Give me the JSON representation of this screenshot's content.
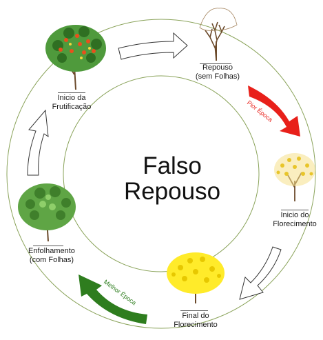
{
  "title": {
    "line1": "Falso",
    "line2": "Repouso"
  },
  "stages": [
    {
      "line1": "Repouso",
      "line2": "(sem Folhas)",
      "icon": "bare-tree-icon"
    },
    {
      "line1": "Inicio do",
      "line2": "Florecimento",
      "icon": "early-bloom-tree-icon"
    },
    {
      "line1": "Final do",
      "line2": "Florecimento",
      "icon": "full-bloom-tree-icon"
    },
    {
      "line1": "Enfolhamento",
      "line2": "(com Folhas)",
      "icon": "leafy-tree-icon"
    },
    {
      "line1": "Inicio da",
      "line2": "Frutificação",
      "icon": "fruiting-tree-icon"
    }
  ],
  "arrows": {
    "worst": {
      "label": "Pior Época",
      "color": "#e8201a"
    },
    "best": {
      "label": "Melhor Época",
      "color": "#2e7d1e"
    }
  },
  "colors": {
    "ring": "#8aa35a",
    "outline_arrow": "#333333"
  }
}
